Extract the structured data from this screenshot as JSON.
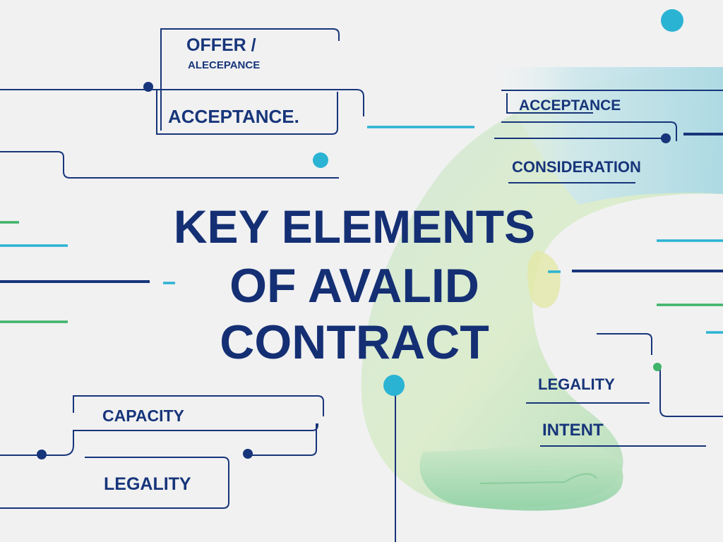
{
  "title": {
    "line1": "KEY ELEMENTS",
    "line2": "OF AVALID",
    "line3": "CONTRACT"
  },
  "labels": {
    "offer": "OFFER /",
    "alecepance": "ALECEPANCE",
    "acceptance_left": "ACCEPTANCE.",
    "acceptance_right": "ACCEPTANCE",
    "consideration": "CONSIDERATION",
    "capacity": "CAPACITY",
    "legality_left": "LEGALITY",
    "legality_right": "LEGALITY",
    "intent": "INTENT"
  },
  "colors": {
    "background": "#f1f1f2",
    "navy": "#17357a",
    "teal": "#2bb3d3",
    "green": "#3fb36a"
  }
}
